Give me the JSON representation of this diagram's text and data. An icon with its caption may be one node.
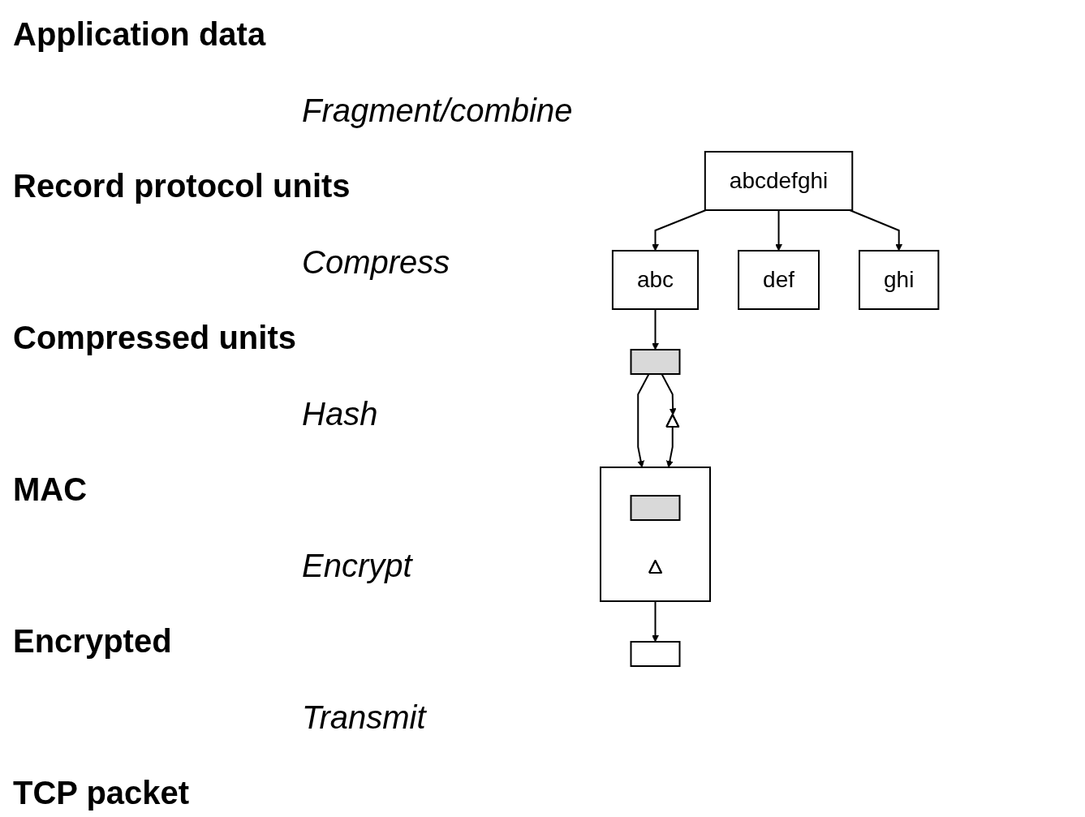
{
  "diagram": {
    "nodes": [
      {
        "text": [
          "abcdefghi"
        ]
      },
      {
        "text": [
          "abc"
        ]
      },
      {
        "text": [
          "def"
        ]
      },
      {
        "text": [
          "ghi"
        ]
      },
      {
        "text": [],
        "shape": "box"
      },
      {
        "text": [],
        "shape": "triangle"
      },
      {
        "text": [],
        "shape": "box"
      },
      {
        "text": [],
        "shape": "box",
        "in": 6
      },
      {
        "text": [],
        "shape": "triangle",
        "in": 6
      },
      {
        "text": [],
        "shape": "box"
      }
    ],
    "edges": [
      {
        "from": 0,
        "to": 1,
        "arrow": "to"
      },
      {
        "from": 0,
        "to": 2,
        "arrow": "to"
      },
      {
        "from": 0,
        "to": 3,
        "arrow": "to"
      },
      {
        "from": 1,
        "to": 4,
        "arrow": "to"
      },
      {
        "from": 4,
        "to": 6,
        "arrow": "to"
      },
      {
        "from": 4,
        "to": 5,
        "arrow": "to"
      },
      {
        "from": 5,
        "to": 6,
        "arrow": "to"
      },
      {
        "from": 6,
        "to": 9,
        "arrow": "to"
      }
    ],
    "labels": [
      "Application data",
      "Fragment/combine",
      "Record protocol units",
      "Compress",
      "Compressed units",
      "Hash",
      "MAC",
      "Encrypt",
      "Encrypted",
      "Transmit",
      "TCP packet"
    ]
  }
}
